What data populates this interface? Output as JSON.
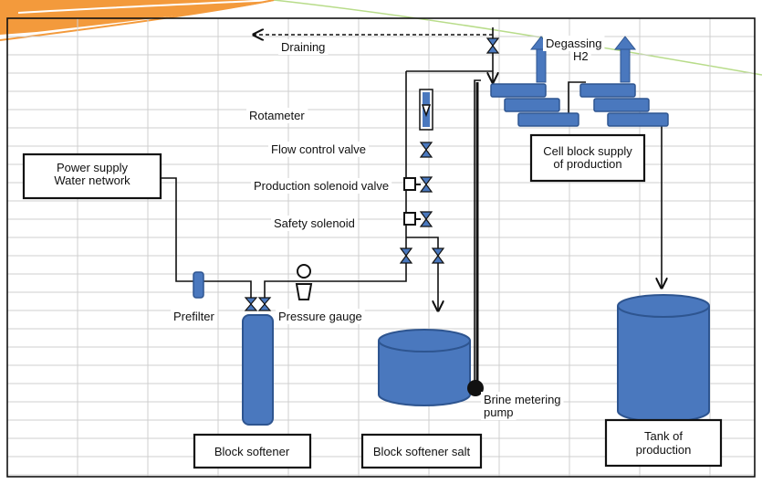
{
  "labels": {
    "draining": "Draining",
    "degassing": "Degassing",
    "h2": "H2",
    "rotameter": "Rotameter",
    "flow_control_valve": "Flow control valve",
    "production_solenoid_valve": "Production solenoid valve",
    "safety_solenoid": "Safety solenoid",
    "prefilter": "Prefilter",
    "pressure_gauge": "Pressure gauge",
    "brine_metering_pump_line1": "Brine metering",
    "brine_metering_pump_line2": "pump"
  },
  "boxes": {
    "power_supply_line1": "Power supply",
    "power_supply_line2": "Water network",
    "cell_block_line1": "Cell block supply",
    "cell_block_line2": "of production",
    "block_softener": "Block softener",
    "block_softener_salt": "Block softener salt",
    "tank_line1": "Tank of",
    "tank_line2": "production"
  },
  "colors": {
    "equipment_blue": "#4a78be",
    "equipment_dark": "#2e5590",
    "header_orange": "#f39a3c",
    "grid_line": "#cfcfcf",
    "green_line": "#b8dc8a"
  }
}
